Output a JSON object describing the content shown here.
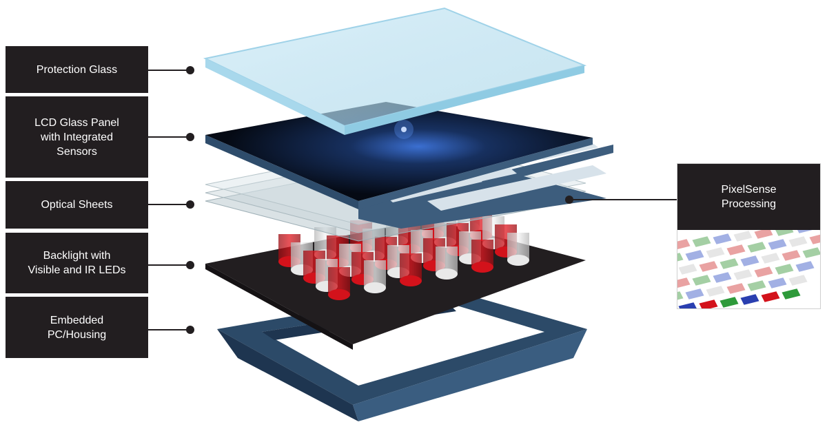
{
  "labels": [
    {
      "key": "protection-glass",
      "text": "Protection Glass"
    },
    {
      "key": "lcd-panel",
      "text": "LCD Glass Panel\nwith Integrated\nSensors"
    },
    {
      "key": "optical-sheets",
      "text": "Optical Sheets"
    },
    {
      "key": "backlight",
      "text": "Backlight with\nVisible and IR LEDs"
    },
    {
      "key": "embedded-pc",
      "text": "Embedded\nPC/Housing"
    }
  ],
  "callout": {
    "text": "PixelSense\nProcessing"
  },
  "colors": {
    "label_bg": "#221e20",
    "glass": "#bfe3f1",
    "panel_edge": "#3d5d7d",
    "housing": "#2c4a68",
    "led_red": "#d3121b",
    "led_white": "#e9e9e9",
    "backlight": "#221e20"
  }
}
